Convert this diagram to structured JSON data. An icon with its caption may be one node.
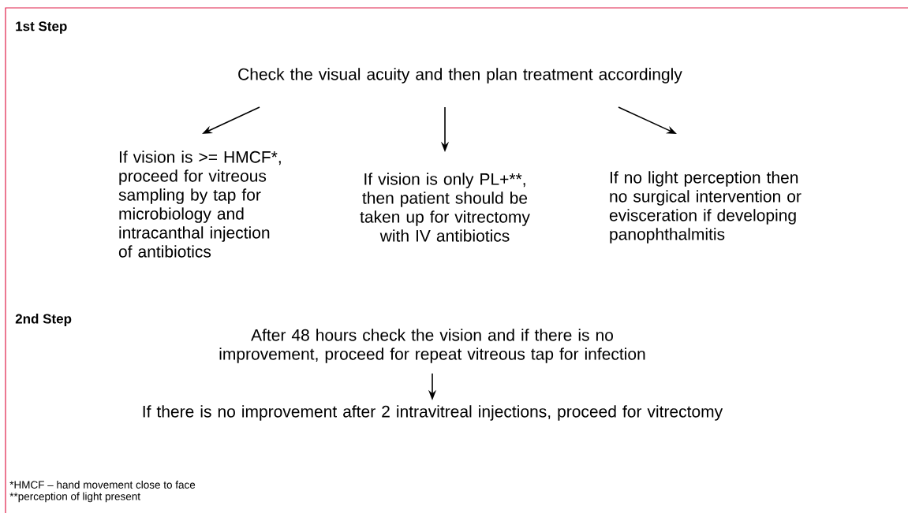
{
  "diagram": {
    "nodes": [
      {
        "text": [
          "Check the visual acuity and then plan treatment accordingly"
        ]
      },
      {
        "text": [
          "If vision is >= HMCF*, proceed for vitreous sampling by tap for microbiology and intracanthal injection of antibiotics"
        ]
      },
      {
        "text": [
          "If vision is only PL+**, then patient should be taken up for vitrectomy with IV antibiotics"
        ]
      },
      {
        "text": [
          "If no light perception then no surgical intervention or evisceration if developing panophthalmitis"
        ]
      },
      {
        "text": [
          "After 48 hours check the vision and if there is no improvement, proceed for repeat vitreous tap for infection"
        ]
      },
      {
        "text": [
          "If there is no improvement after 2 intravitreal injections, proceed for vitrectomy"
        ]
      }
    ],
    "edges": [
      {
        "from": 0,
        "to": 1,
        "arrow": "to"
      },
      {
        "from": 0,
        "to": 2,
        "arrow": "to"
      },
      {
        "from": 0,
        "to": 3,
        "arrow": "to"
      },
      {
        "from": 4,
        "to": 5,
        "arrow": "to"
      }
    ],
    "labels": [
      "1st Step",
      "2nd Step",
      "*HMCF – hand movement close to face",
      "**perception of light present"
    ]
  }
}
